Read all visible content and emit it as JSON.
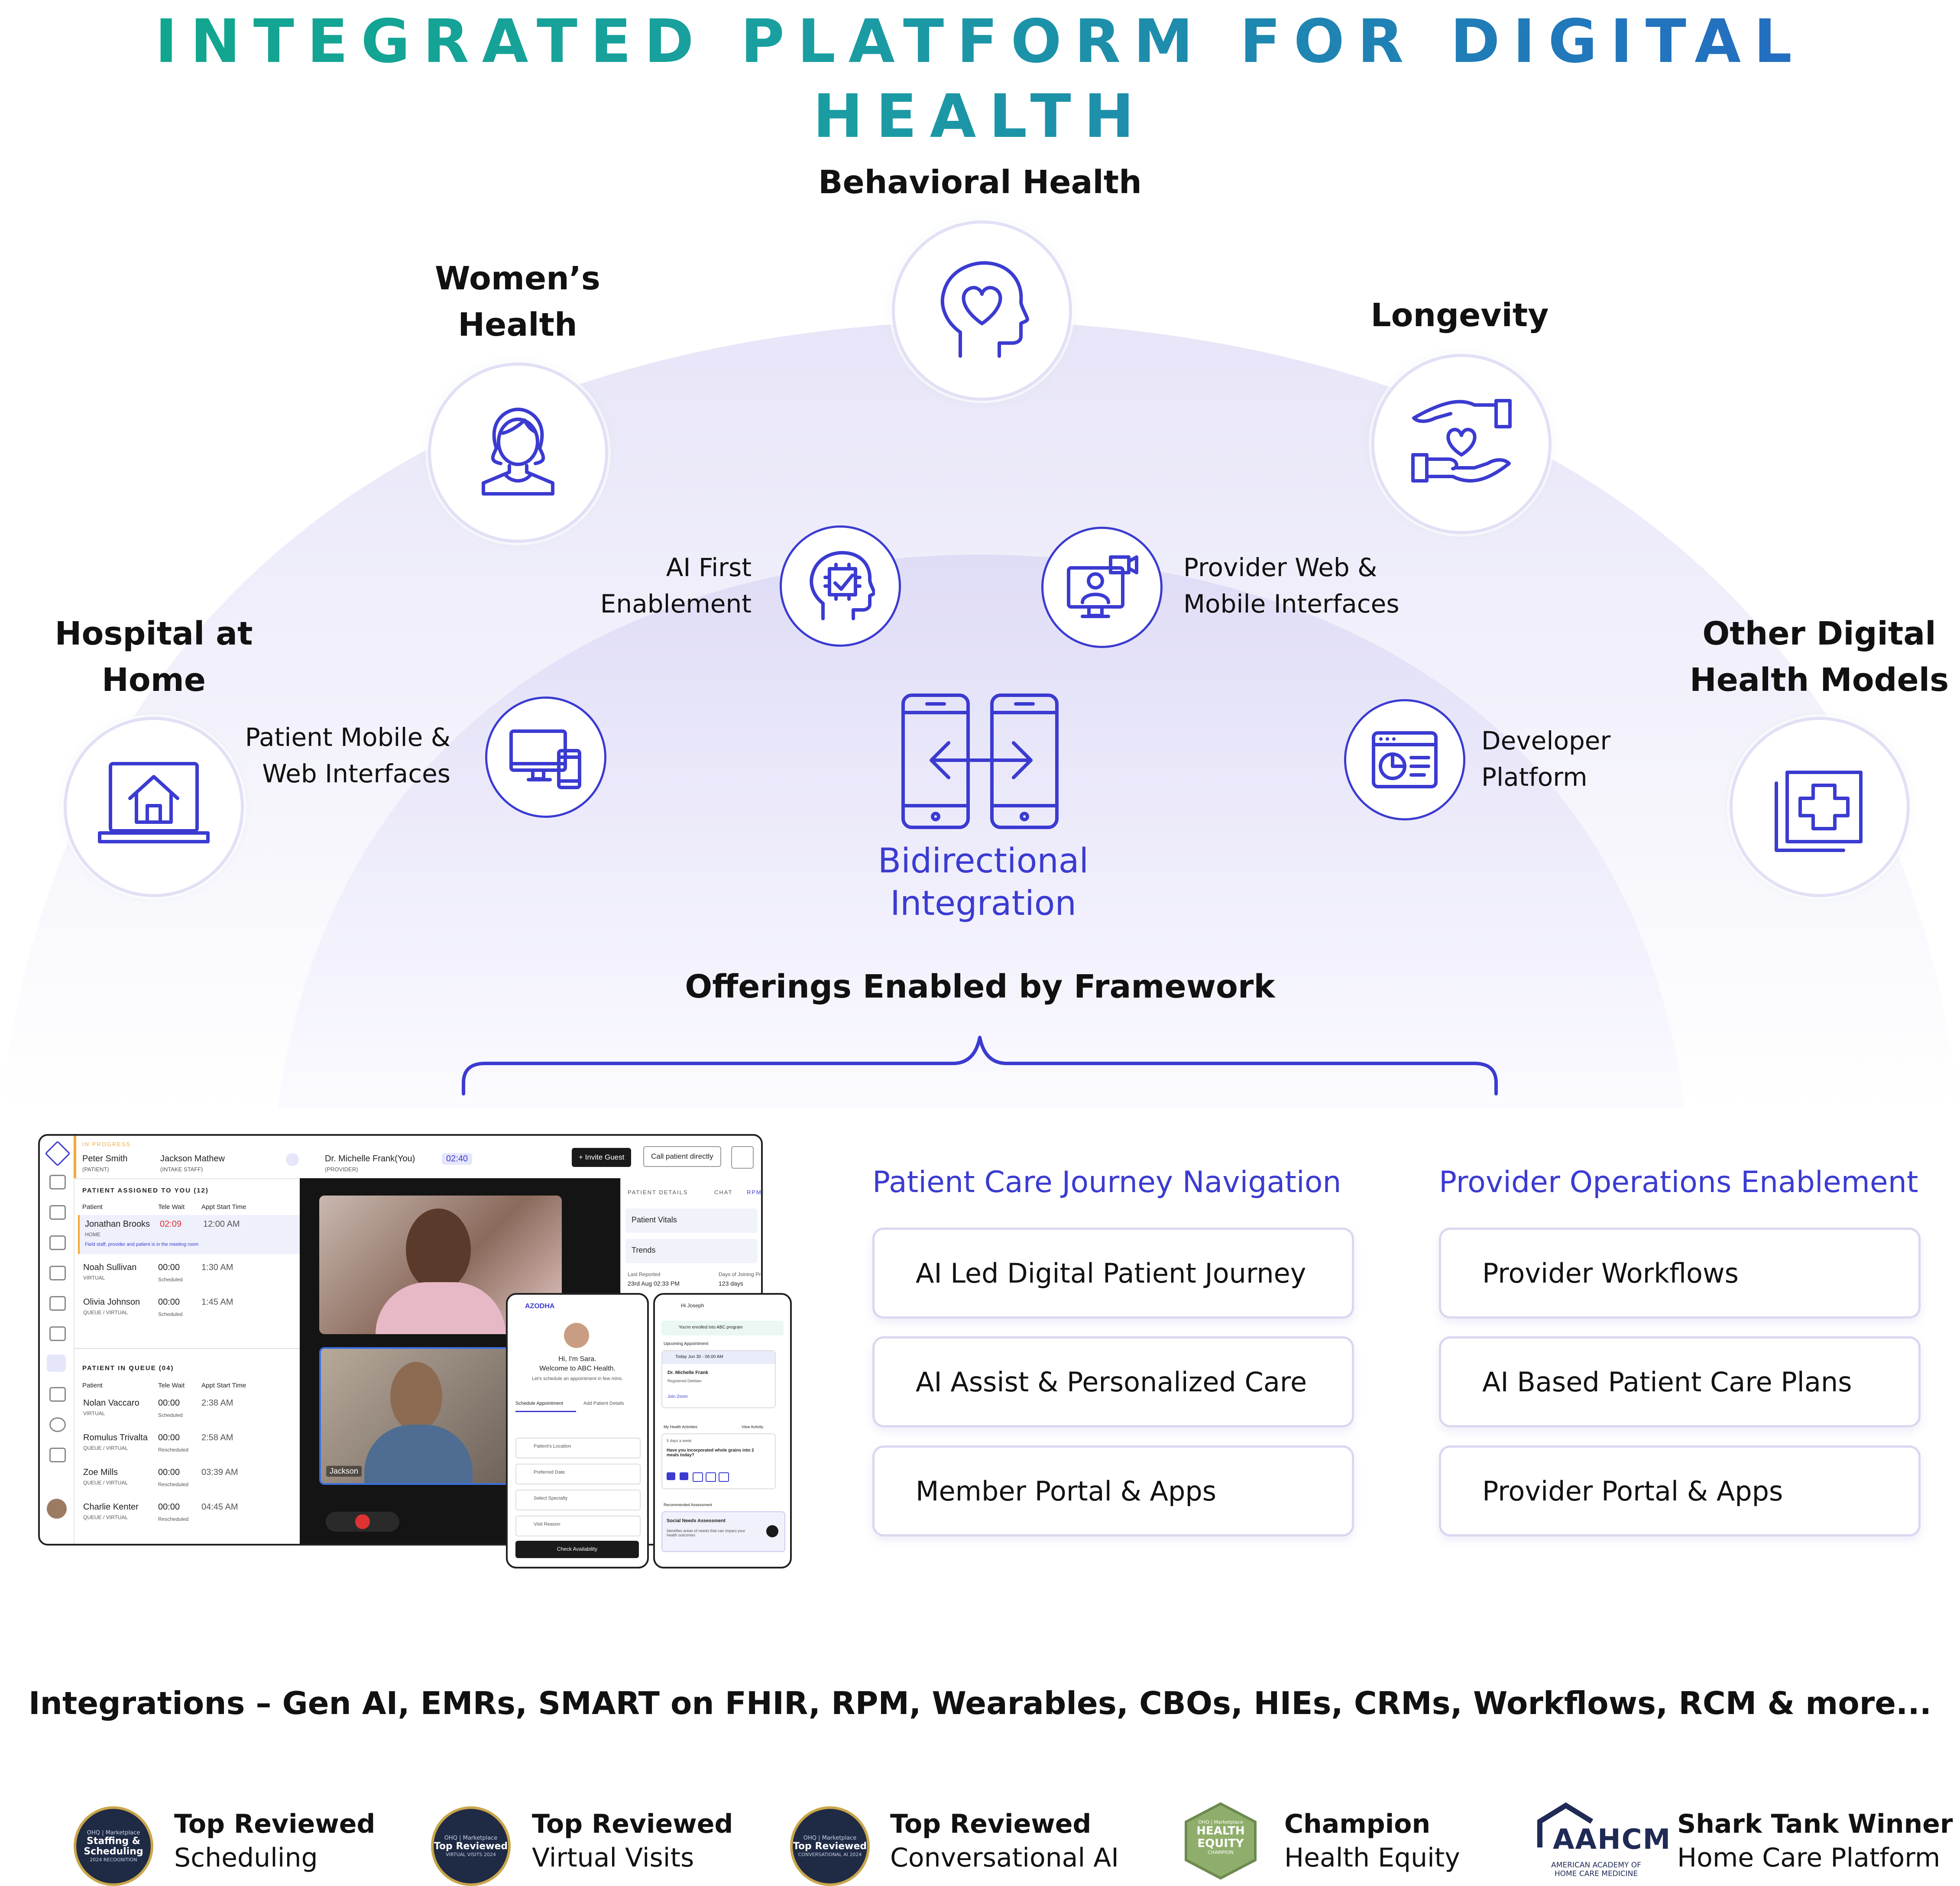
{
  "title": "INTEGRATED PLATFORM FOR DIGITAL HEALTH",
  "outer_offerings": [
    {
      "id": "hospital",
      "label": [
        "Hospital at",
        "Home"
      ],
      "icon": "laptop-home-icon"
    },
    {
      "id": "womens",
      "label": [
        "Women’s",
        "Health"
      ],
      "icon": "woman-icon"
    },
    {
      "id": "behavioral",
      "label": [
        "Behavioral Health"
      ],
      "icon": "head-heart-icon"
    },
    {
      "id": "longevity",
      "label": [
        "Longevity"
      ],
      "icon": "hands-heart-icon"
    },
    {
      "id": "other",
      "label": [
        "Other Digital",
        "Health Models"
      ],
      "icon": "medical-cross-icon"
    }
  ],
  "framework_items": [
    {
      "id": "patient-mobile",
      "label": [
        "Patient Mobile &",
        "Web Interfaces"
      ],
      "icon": "devices-icon"
    },
    {
      "id": "ai-first",
      "label": [
        "AI First",
        "Enablement"
      ],
      "icon": "ai-head-icon"
    },
    {
      "id": "provider-web",
      "label": [
        "Provider Web &",
        "Mobile Interfaces"
      ],
      "icon": "provider-video-icon"
    },
    {
      "id": "developer",
      "label": [
        "Developer",
        "Platform"
      ],
      "icon": "developer-dashboard-icon"
    }
  ],
  "center": {
    "label": [
      "Bidirectional",
      "Integration"
    ],
    "icon": "phones-exchange-icon"
  },
  "offerings_caption": "Offerings Enabled by Framework",
  "columns": [
    {
      "title": "Patient Care Journey Navigation",
      "items": [
        "AI Led Digital Patient Journey",
        "AI Assist & Personalized Care",
        "Member Portal & Apps"
      ]
    },
    {
      "title": "Provider Operations Enablement",
      "items": [
        "Provider Workflows",
        "AI Based Patient Care Plans",
        "Provider Portal & Apps"
      ]
    }
  ],
  "integrations": "Integrations – Gen AI, EMRs, SMART on FHIR, RPM, Wearables, CBOs, HIEs, CRMs, Workflows, RCM & more...",
  "awards": [
    {
      "line1": "Top Reviewed",
      "line2": "Scheduling",
      "badge": [
        "OHQ | Marketplace",
        "Staffing & Scheduling",
        "2024 RECOGNITION"
      ]
    },
    {
      "line1": "Top Reviewed",
      "line2": "Virtual Visits",
      "badge": [
        "OHQ | Marketplace",
        "Top Reviewed",
        "VIRTUAL VISITS 2024"
      ]
    },
    {
      "line1": "Top Reviewed",
      "line2": "Conversational AI",
      "badge": [
        "OHQ | Marketplace",
        "Top Reviewed",
        "CONVERSATIONAL AI 2024"
      ]
    },
    {
      "line1": "Champion",
      "line2": "Health Equity",
      "badge": [
        "OHQ | Marketplace",
        "HEALTH EQUITY",
        "CHAMPION"
      ]
    },
    {
      "line1": "Shark Tank Winner",
      "line2": "Home Care Platform",
      "badge": [
        "AAHCM",
        "AMERICAN ACADEMY OF",
        "HOME CARE MEDICINE"
      ]
    }
  ],
  "mockup": {
    "status": "IN PROGRESS",
    "participants": [
      {
        "name": "Peter Smith",
        "role": "(PATIENT)"
      },
      {
        "name": "Jackson Mathew",
        "role": "(INTAKE STAFF)"
      },
      {
        "name": "Dr. Michelle Frank(You)",
        "role": "(PROVIDER)"
      }
    ],
    "timer": "02:40",
    "invite_label": "+ Invite Guest",
    "call_label": "Call patient directly",
    "assigned_header": "PATIENT ASSIGNED TO YOU (12)",
    "queue_header": "PATIENT IN QUEUE (04)",
    "table_headers": [
      "Patient",
      "Tele Wait",
      "Appt Start Time"
    ],
    "assigned": [
      {
        "name": "Jonathan Brooks",
        "type": "HOME",
        "wait": "02:09",
        "time": "12:00 AM",
        "status": ""
      },
      {
        "name": "Noah Sullivan",
        "type": "VIRTUAL",
        "wait": "00:00",
        "time": "1:30 AM",
        "status": "Scheduled"
      },
      {
        "name": "Olivia Johnson",
        "type": "QUEUE / VIRTUAL",
        "wait": "00:00",
        "time": "1:45 AM",
        "status": "Scheduled"
      }
    ],
    "assigned_note": "Field staff, provider and patient is in the meeting room",
    "queue": [
      {
        "name": "Nolan Vaccaro",
        "type": "VIRTUAL",
        "wait": "00:00",
        "time": "2:38 AM",
        "status": "Scheduled"
      },
      {
        "name": "Romulus Trivalta",
        "type": "QUEUE / VIRTUAL",
        "wait": "00:00",
        "time": "2:58 AM",
        "status": "Rescheduled"
      },
      {
        "name": "Zoe Mills",
        "type": "QUEUE / VIRTUAL",
        "wait": "00:00",
        "time": "03:39 AM",
        "status": "Rescheduled"
      },
      {
        "name": "Charlie Kenter",
        "type": "QUEUE / VIRTUAL",
        "wait": "00:00",
        "time": "04:45 AM",
        "status": "Rescheduled"
      }
    ],
    "video_name": "Jackson",
    "tabs": [
      "PATIENT DETAILS",
      "CHAT",
      "RPM"
    ],
    "vitals_label": "Patient Vitals",
    "trends_label": "Trends",
    "last_reported_label": "Last Reported",
    "last_reported": "23rd Aug 02:33 PM",
    "days_label": "Days of Joining Program",
    "days": "123 days",
    "phone1": {
      "brand": "AZODHA",
      "greeting": "Hi, I'm Sara.",
      "welcome": "Welcome to ABC Health.",
      "sub": "Let's schedule an appointment in few mins.",
      "tabs": [
        "Schedule Appointment",
        "Add Patient Details"
      ],
      "fields": [
        "Patient's Location",
        "Preferred Date",
        "Select Specialty",
        "Visit Reason"
      ],
      "button": "Check Availability"
    },
    "phone2": {
      "greeting": "Hi Joseph",
      "enrolled": "You're enrolled into ABC program",
      "upcoming": "Upcoming Appointment",
      "appt_time": "Today Jun 30 - 06:00 AM",
      "doctor": "Dr. Michelle Frank",
      "doctor_role": "Registered Dietitian",
      "join": "Join Zoom",
      "activities": "My Health Activities",
      "view": "View Activity",
      "freq": "5 days a week",
      "question": "Have you incorporated whole grains into 2 meals today?",
      "recommended": "Recommended Assessment",
      "assessment": "Social Needs Assessment",
      "assessment_sub": "Identifies areas of needs that can impact your health outcomes"
    }
  }
}
